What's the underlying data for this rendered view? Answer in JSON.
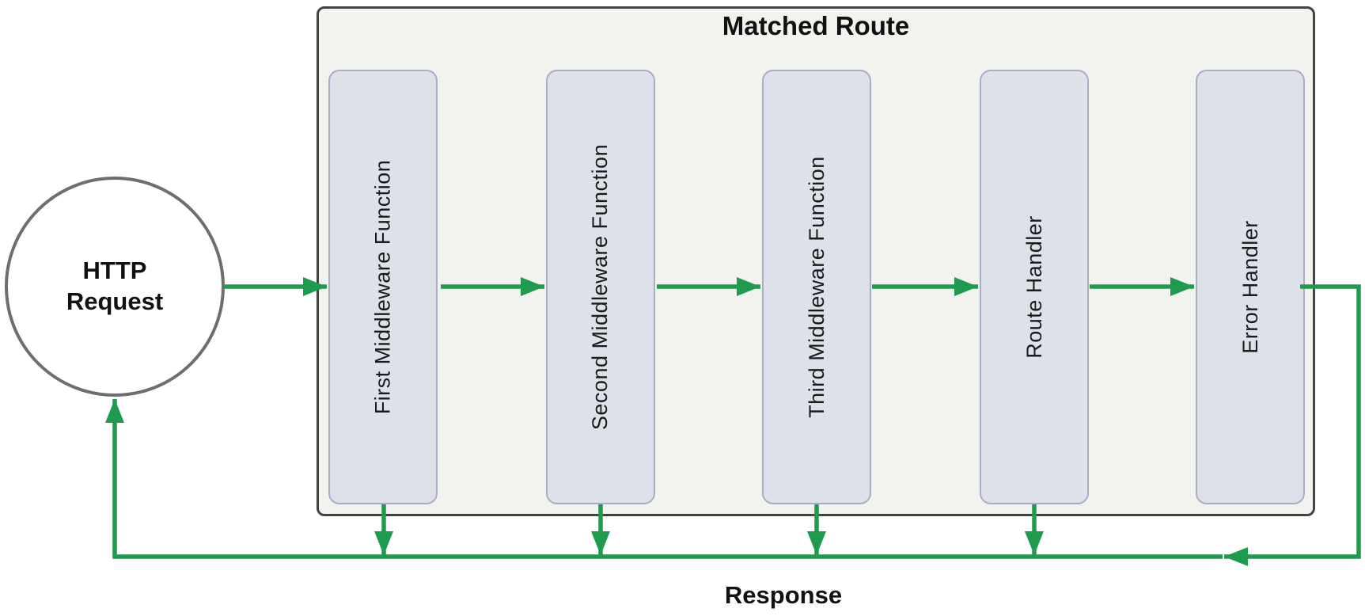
{
  "diagram": {
    "title": "Matched Route",
    "request_label": "HTTP Request",
    "response_label": "Response",
    "nodes": [
      {
        "label": "First Middleware Function"
      },
      {
        "label": "Second Middleware Function"
      },
      {
        "label": "Third Middleware Function"
      },
      {
        "label": "Route Handler"
      },
      {
        "label": "Error Handler"
      }
    ],
    "colors": {
      "flow_arrow": "#1e9b4e",
      "node_fill": "#dee1ea",
      "node_border": "#a8adc4",
      "container_fill": "#f2f2ef",
      "container_border": "#434343",
      "circle_border": "#6e6e6e",
      "text": "#111111"
    }
  }
}
